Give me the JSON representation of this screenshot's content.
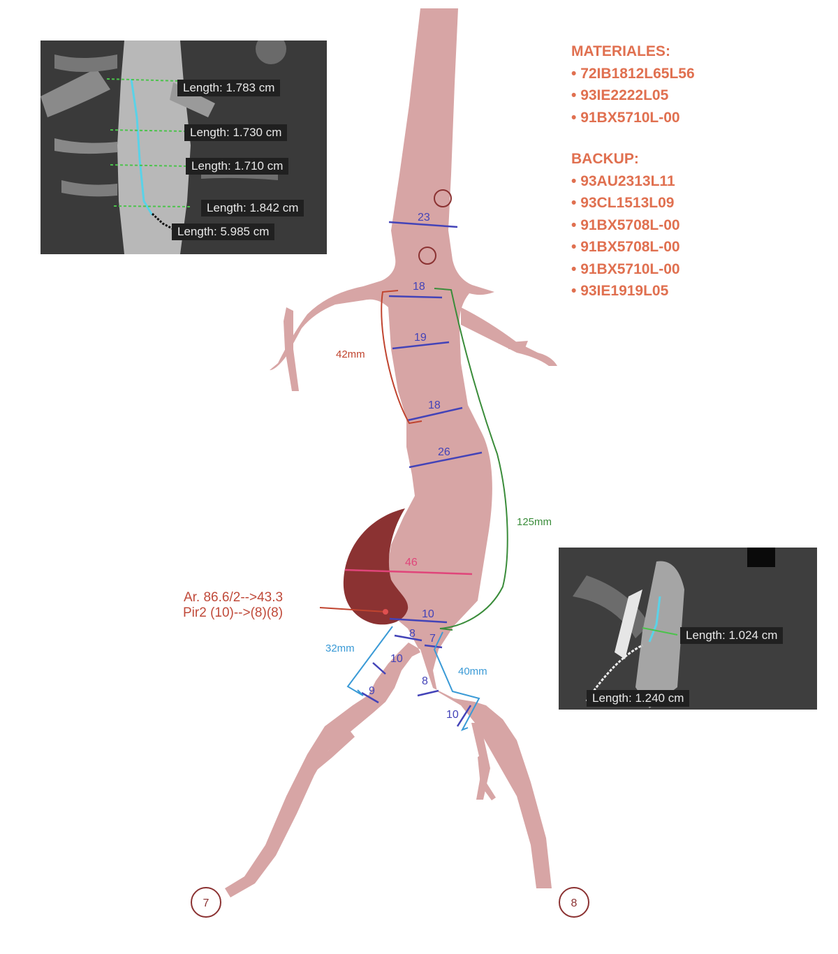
{
  "materials": {
    "heading": "MATERIALES:",
    "items": [
      "72IB1812L65L56",
      "93IE2222L05",
      "91BX5710L-00"
    ]
  },
  "backup": {
    "heading": "BACKUP:",
    "items": [
      "93AU2313L11",
      "93CL1513L09",
      "91BX5708L-00",
      "91BX5708L-00",
      "91BX5710L-00",
      "93IE1919L05"
    ]
  },
  "diameters": {
    "d23": "23",
    "d18a": "18",
    "d19": "19",
    "d18b": "18",
    "d26": "26",
    "d46": "46",
    "d10": "10",
    "d8a": "8",
    "d7": "7",
    "d10b": "10",
    "d9": "9",
    "d8b": "8",
    "d10c": "10"
  },
  "lengths": {
    "l42": "42mm",
    "l125": "125mm",
    "l32": "32mm",
    "l40": "40mm"
  },
  "note": {
    "line1": "Ar. 86.6/2-->43.3",
    "line2": "Pir2 (10)-->(8)(8)"
  },
  "markers": {
    "left": "7",
    "right": "8"
  },
  "ct_top": [
    "Length: 1.783 cm",
    "Length: 1.730 cm",
    "Length: 1.710 cm",
    "Length: 1.842 cm",
    "Length: 5.985 cm"
  ],
  "ct_bottom": [
    "Length: 1.024 cm",
    "Length: 1.240 cm"
  ],
  "colors": {
    "vessel": "#d7a5a5",
    "aneurysm": "#8b3232",
    "measure": "#4343b8",
    "aneurysm_line": "#e0457a",
    "bracket_red": "#c0442f",
    "bracket_green": "#3a8c3a",
    "bracket_blue": "#3a9ad6",
    "text_orange": "#e07050"
  }
}
